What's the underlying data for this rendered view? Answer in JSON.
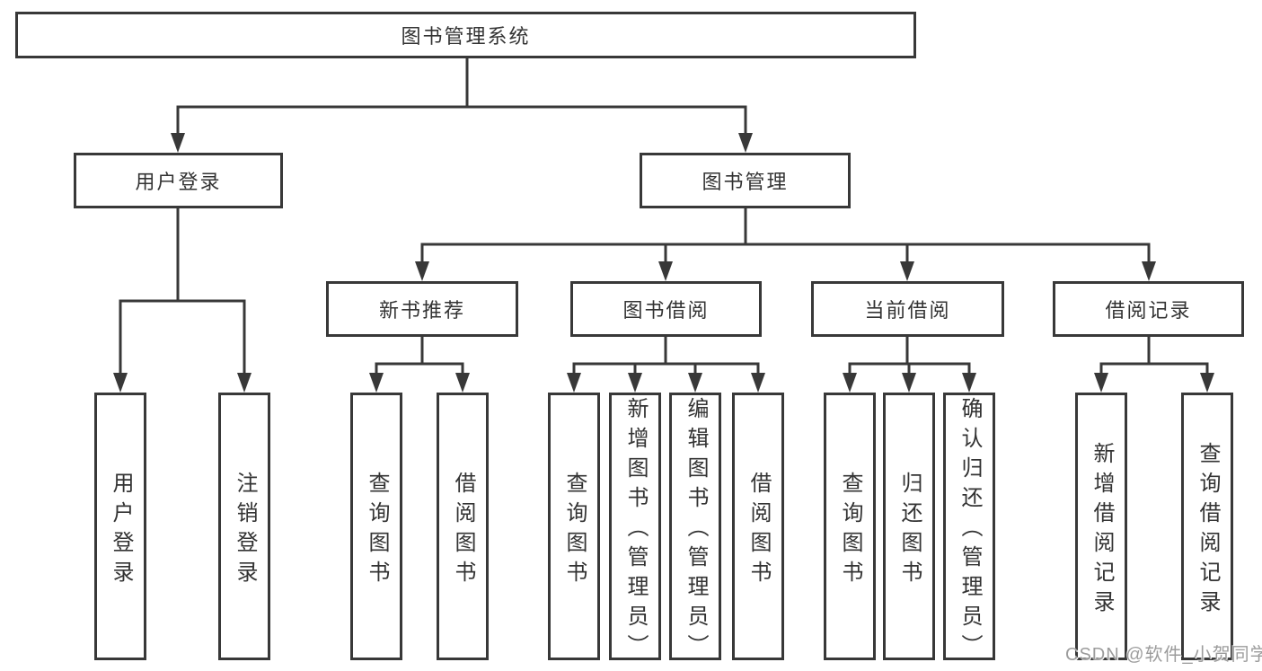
{
  "tree": {
    "label": "图书管理系统",
    "children": [
      {
        "label": "用户登录",
        "children": [
          {
            "label": "用户登录"
          },
          {
            "label": "注销登录"
          }
        ]
      },
      {
        "label": "图书管理",
        "children": [
          {
            "label": "新书推荐",
            "children": [
              {
                "label": "查询图书"
              },
              {
                "label": "借阅图书"
              }
            ]
          },
          {
            "label": "图书借阅",
            "children": [
              {
                "label": "查询图书"
              },
              {
                "label": "新增图书（管理员）"
              },
              {
                "label": "编辑图书（管理员）"
              },
              {
                "label": "借阅图书"
              }
            ]
          },
          {
            "label": "当前借阅",
            "children": [
              {
                "label": "查询图书"
              },
              {
                "label": "归还图书"
              },
              {
                "label": "确认归还（管理员）"
              }
            ]
          },
          {
            "label": "借阅记录",
            "children": [
              {
                "label": "新增借阅记录"
              },
              {
                "label": "查询借阅记录"
              }
            ]
          }
        ]
      }
    ]
  },
  "watermark": {
    "text": "CSDN @软件_小贺同学"
  },
  "colors": {
    "line": "#383838",
    "text": "#333333",
    "background": "#ffffff",
    "watermark": "#9c9c9c"
  }
}
